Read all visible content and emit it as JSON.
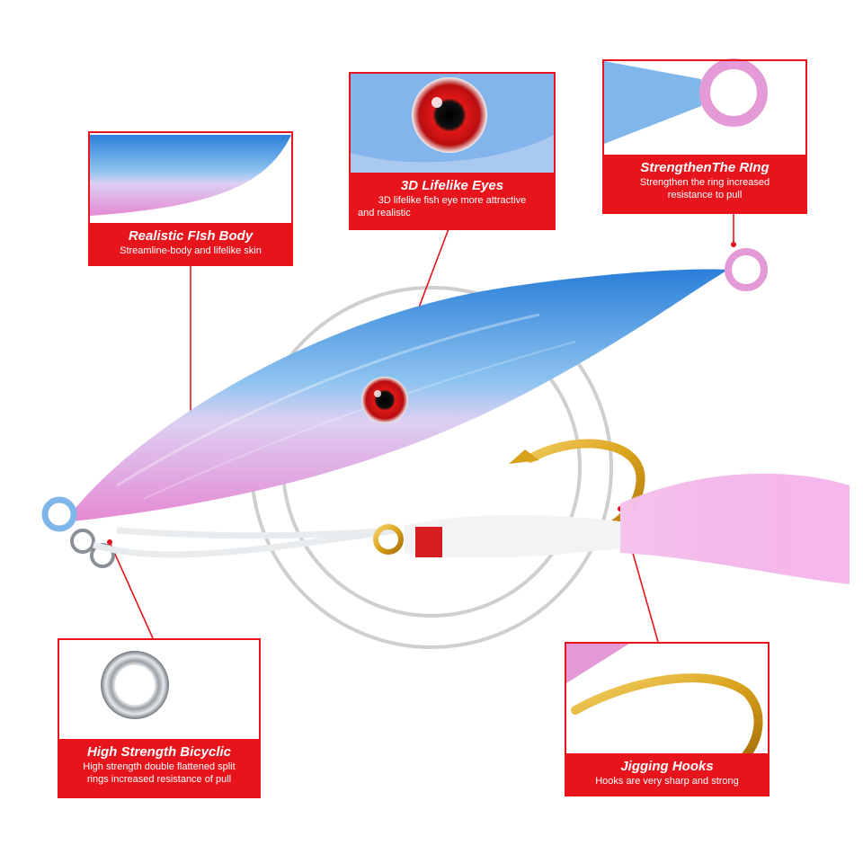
{
  "colors": {
    "accent": "#e8141c",
    "lure_blue": "#3a8fe0",
    "lure_pink": "#e49ad6",
    "hook_gold": "#d9a21b"
  },
  "callouts": {
    "fish_body": {
      "title": "Realistic FIsh Body",
      "desc": "Streamline-body and lifelike skin"
    },
    "eyes": {
      "title": "3D Lifelike  Eyes",
      "desc_l1": "3D lifelike fish eye more attractive",
      "desc_l2": "and realistic"
    },
    "ring": {
      "title": "StrengthenThe RIng",
      "desc_l1": "Strengthen the ring increased",
      "desc_l2": "resistance to pull"
    },
    "split_ring": {
      "title": "High Strength Bicyclic",
      "desc_l1": "High strength double flattened split",
      "desc_l2": "rings increased resistance of pull"
    },
    "hooks": {
      "title": "Jigging Hooks",
      "desc": "Hooks are very sharp and strong"
    }
  }
}
